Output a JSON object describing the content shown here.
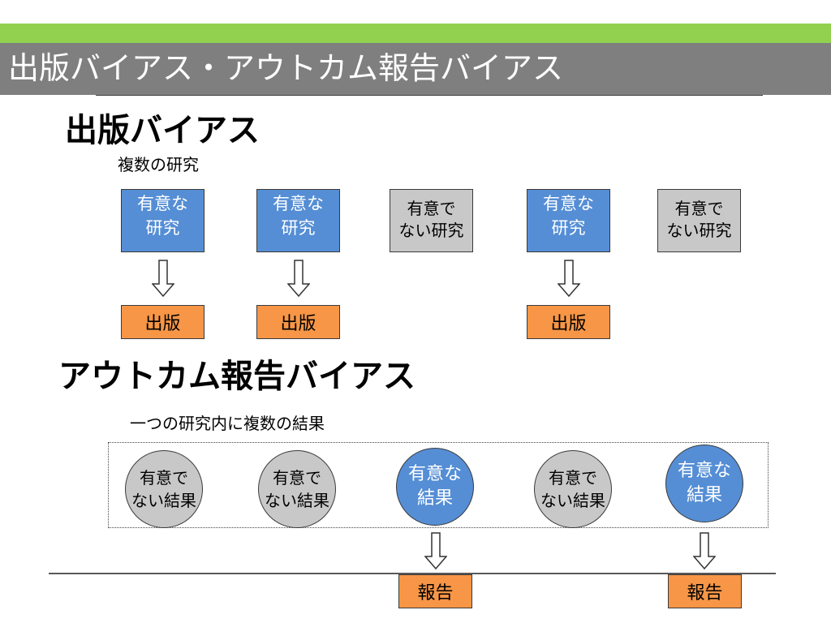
{
  "slide": {
    "title": "出版バイアス・アウトカム報告バイアス"
  },
  "publication_bias": {
    "heading": "出版バイアス",
    "subtitle": "複数の研究",
    "studies": [
      {
        "label": "有意な\n研究",
        "kind": "significant",
        "published": true,
        "result_label": "出版"
      },
      {
        "label": "有意な\n研究",
        "kind": "significant",
        "published": true,
        "result_label": "出版"
      },
      {
        "label": "有意で\nない研究",
        "kind": "not-significant",
        "published": false,
        "result_label": ""
      },
      {
        "label": "有意な\n研究",
        "kind": "significant",
        "published": true,
        "result_label": "出版"
      },
      {
        "label": "有意で\nない研究",
        "kind": "not-significant",
        "published": false,
        "result_label": ""
      }
    ]
  },
  "outcome_reporting_bias": {
    "heading": "アウトカム報告バイアス",
    "subtitle": "一つの研究内に複数の結果",
    "results": [
      {
        "label": "有意で\nない結果",
        "kind": "not-significant",
        "reported": false,
        "result_label": ""
      },
      {
        "label": "有意で\nない結果",
        "kind": "not-significant",
        "reported": false,
        "result_label": ""
      },
      {
        "label": "有意な\n結果",
        "kind": "significant",
        "reported": true,
        "result_label": "報告"
      },
      {
        "label": "有意で\nない結果",
        "kind": "not-significant",
        "reported": false,
        "result_label": ""
      },
      {
        "label": "有意な\n結果",
        "kind": "significant",
        "reported": true,
        "result_label": "報告"
      }
    ]
  },
  "colors": {
    "accent_green": "#92d050",
    "title_gray": "#7f7f7f",
    "significant_blue": "#558ed5",
    "not_significant_gray": "#c8c8c8",
    "outcome_orange": "#f79646"
  }
}
